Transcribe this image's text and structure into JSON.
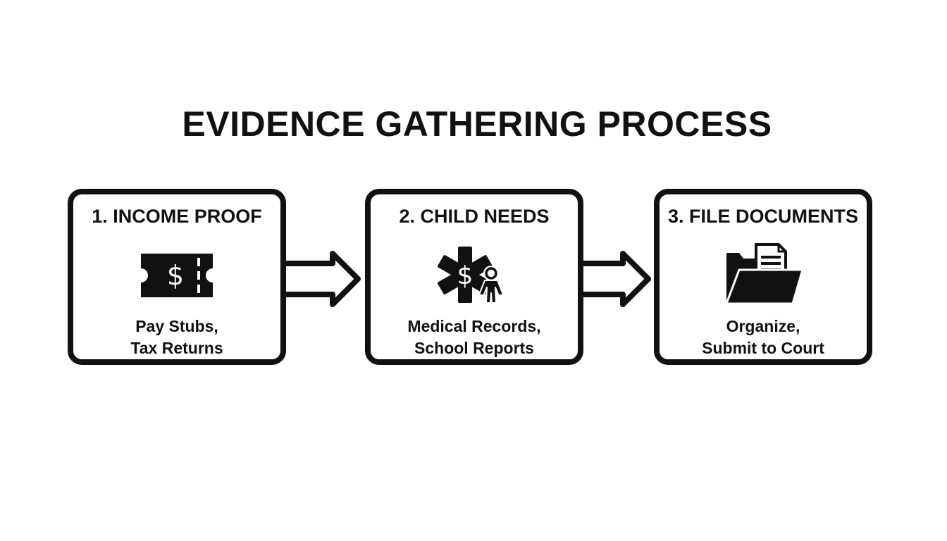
{
  "diagram": {
    "title": "EVIDENCE GATHERING PROCESS",
    "steps": [
      {
        "heading": "1. INCOME PROOF",
        "icon": "money-ticket-icon",
        "desc_lines": [
          "Pay Stubs,",
          "Tax Returns"
        ]
      },
      {
        "heading": "2. CHILD NEEDS",
        "icon": "medical-star-child-icon",
        "desc_lines": [
          "Medical Records,",
          "School Reports"
        ]
      },
      {
        "heading": "3. FILE DOCUMENTS",
        "icon": "document-folder-icon",
        "desc_lines": [
          "Organize,",
          "Submit to Court"
        ]
      }
    ],
    "colors": {
      "ink": "#111111",
      "background": "#ffffff"
    }
  }
}
